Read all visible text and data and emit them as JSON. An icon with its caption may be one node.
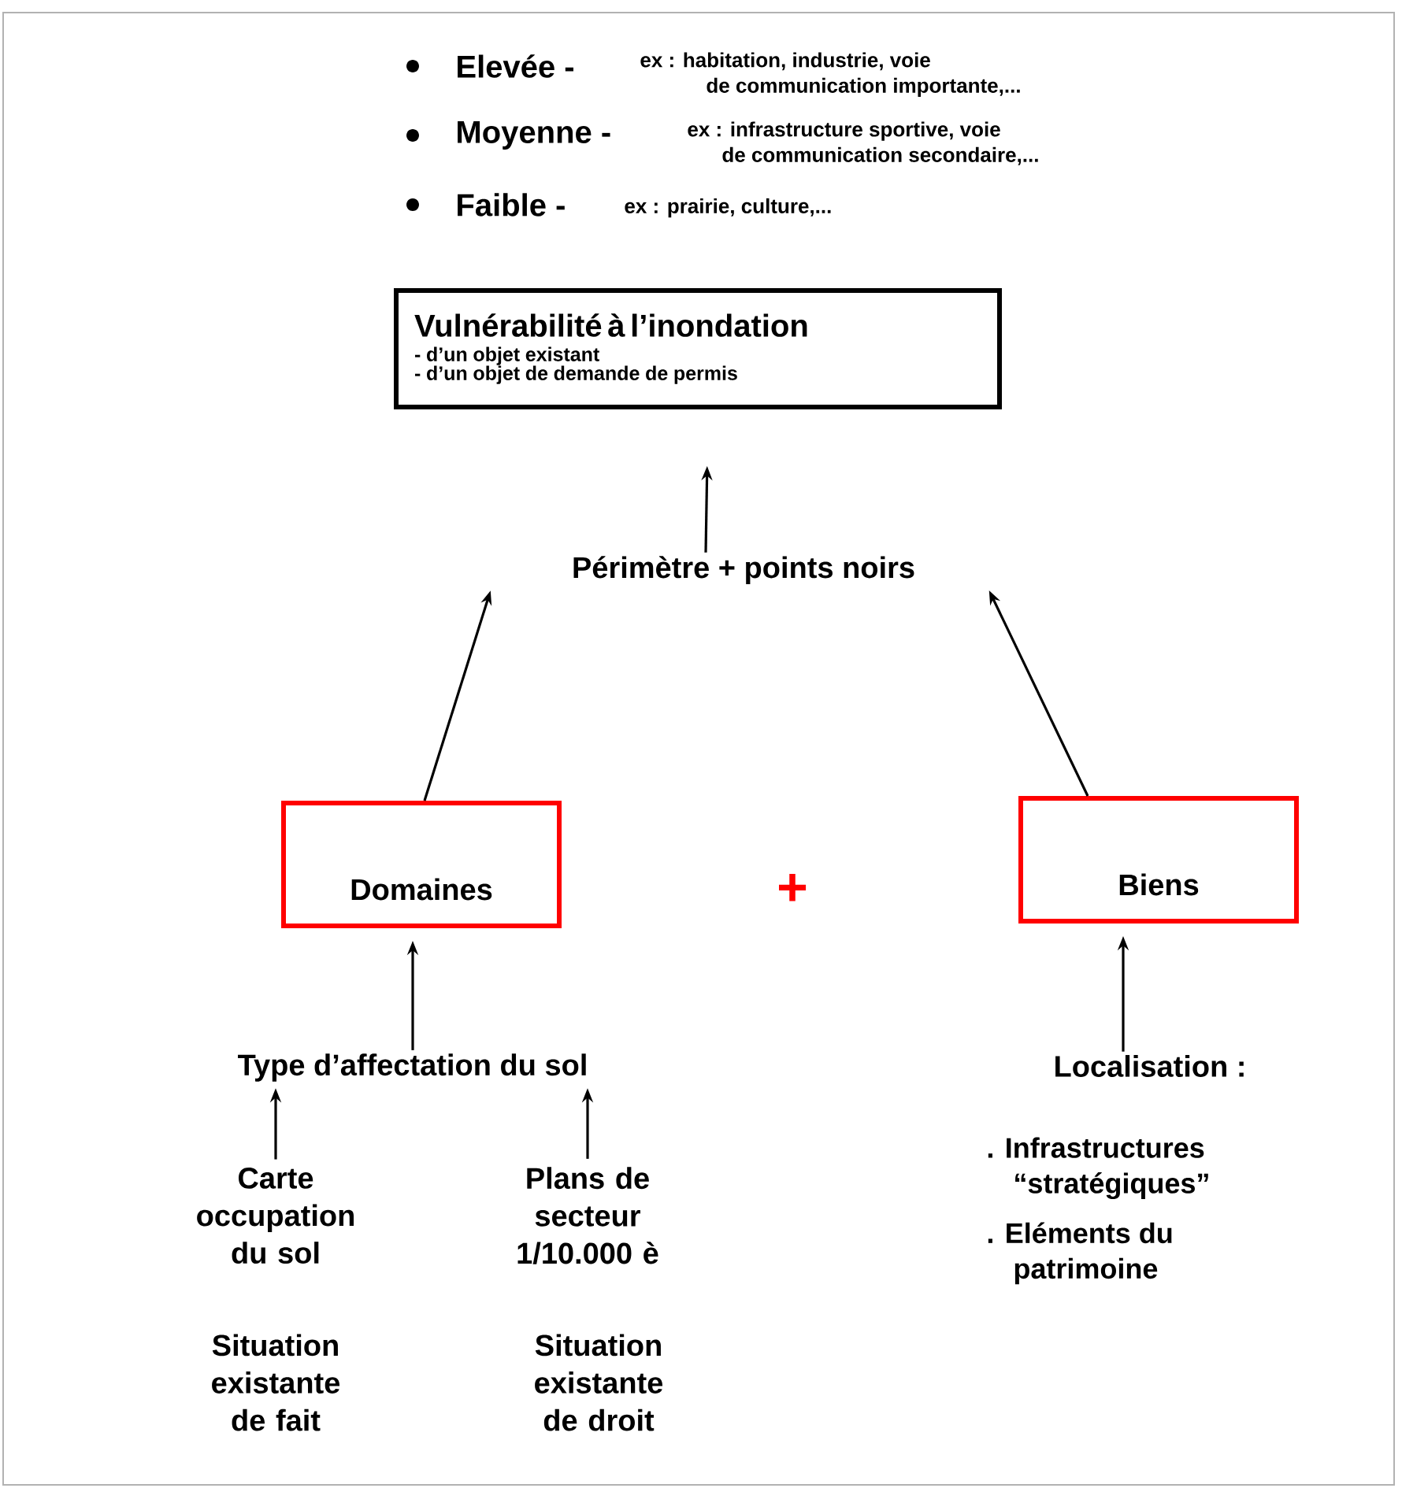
{
  "diagram": {
    "nodes": [
      {
        "text": [
          "Vulnérabilité à l’inondation",
          "- d’un objet existant",
          "- d’un objet de demande de permis"
        ]
      },
      {
        "text": [
          "Périmètre + points noirs"
        ]
      },
      {
        "text": [
          "Domaines"
        ]
      },
      {
        "text": [
          "Biens"
        ]
      },
      {
        "text": [
          "Type d’affectation du sol"
        ]
      },
      {
        "text": [
          "Carte occupation du sol"
        ]
      },
      {
        "text": [
          "Plans de secteur 1/10.000 è"
        ]
      },
      {
        "text": [
          "Localisation :"
        ]
      }
    ],
    "edges": [
      {
        "from": 1,
        "to": 0,
        "arrow": "to"
      },
      {
        "from": 2,
        "to": 1,
        "arrow": "to"
      },
      {
        "from": 3,
        "to": 1,
        "arrow": "to"
      },
      {
        "from": 4,
        "to": 2,
        "arrow": "to"
      },
      {
        "from": 5,
        "to": 4,
        "arrow": "to"
      },
      {
        "from": 6,
        "to": 4,
        "arrow": "to"
      },
      {
        "from": 7,
        "to": 3,
        "arrow": "to"
      }
    ],
    "labels": [
      "Elevée -",
      "ex : habitation, industrie, voie de communication importante,...",
      "Moyenne -",
      "ex : infrastructure sportive, voie de communication secondaire,...",
      "Faible -",
      "ex : prairie, culture,...",
      "+",
      ". Infrastructures “stratégiques”",
      ". Eléments du patrimoine",
      "Situation existante de fait",
      "Situation existante de droit"
    ]
  }
}
